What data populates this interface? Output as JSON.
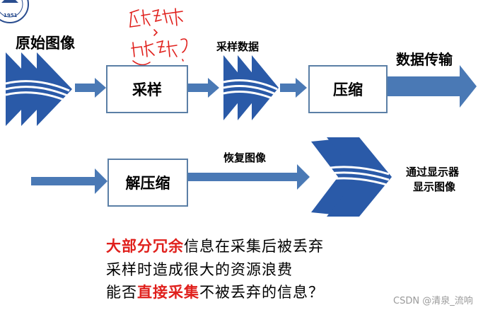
{
  "logo": {
    "year": "1951"
  },
  "labels": {
    "original_image": "原始图像",
    "sampled_data": "采样数据",
    "data_transmission": "数据传输",
    "recovered_image": "恢复图像",
    "display_line1": "通过显示器",
    "display_line2": "显示图像"
  },
  "boxes": {
    "sampling": "采样",
    "compression": "压缩",
    "decompression": "解压缩"
  },
  "caption": {
    "line1_red": "大部分冗余",
    "line1_rest": "信息在采集后被丢弃",
    "line2": "采样时造成很大的资源浪费",
    "line3_start": "能否",
    "line3_red": "直接采集",
    "line3_end": "不被丢弃的信息？"
  },
  "watermark": "CSDN @清泉_流响",
  "colors": {
    "accent_blue": "#2a5aa8",
    "arrow_blue": "#4a79b5",
    "highlight_red": "#e0201c"
  }
}
